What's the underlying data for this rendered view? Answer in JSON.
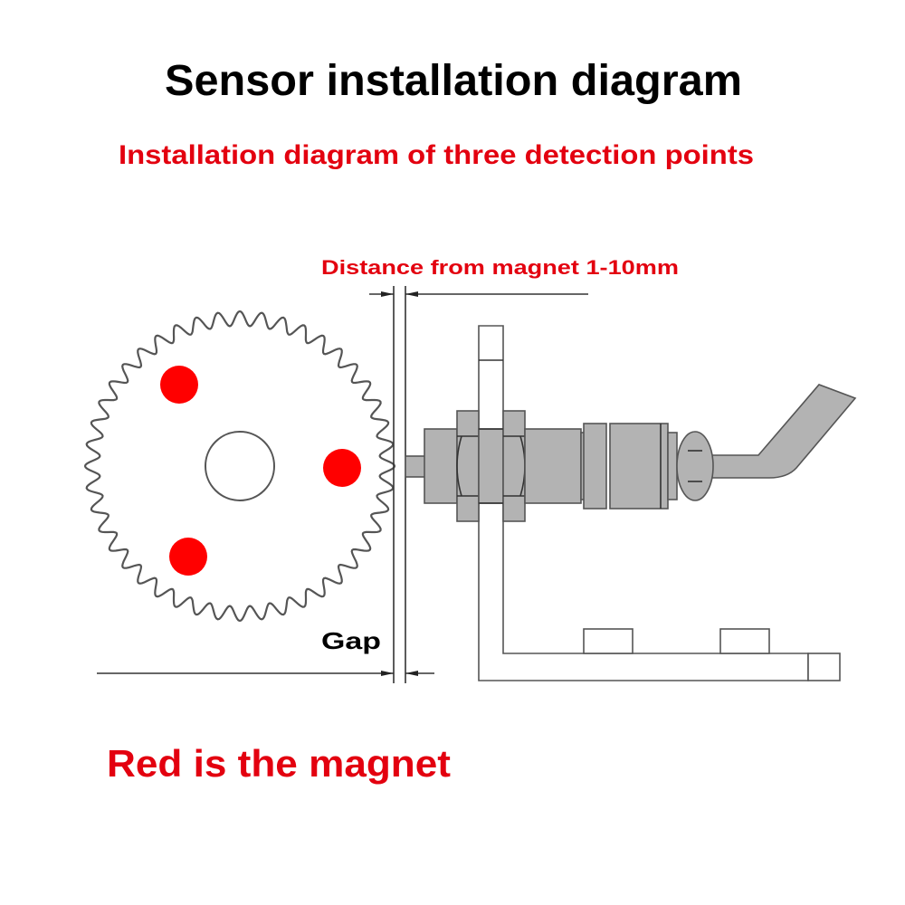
{
  "title": "Sensor installation diagram",
  "subtitle": "Installation diagram of three detection points",
  "distance_label": "Distance from magnet 1-10mm",
  "gap_label": "Gap",
  "legend_note": "Red is the magnet",
  "colors": {
    "title": "#000000",
    "red_text": "#e3000f",
    "magnet": "#ff0000",
    "sensor_body": "#b3b3b3",
    "outline": "#555555"
  },
  "gear": {
    "teeth": 44,
    "magnet_count": 3
  }
}
